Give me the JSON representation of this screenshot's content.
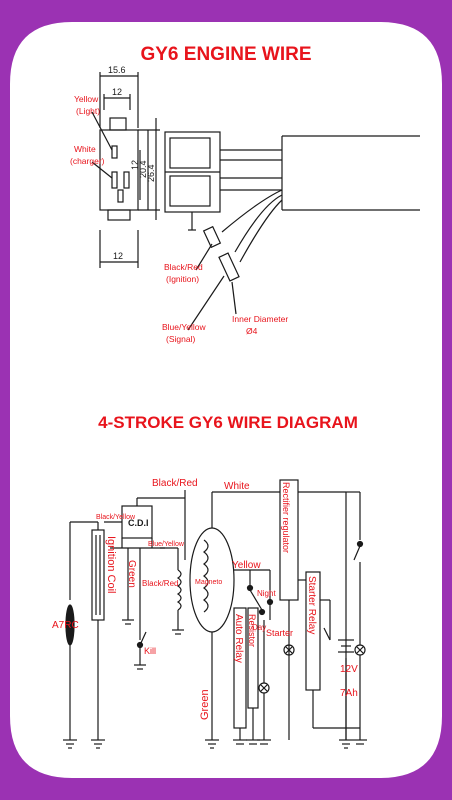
{
  "colors": {
    "frame": "#9b32b3",
    "title": "#e8141c",
    "label": "#e8141c",
    "line": "#1a1a1a",
    "background": "#ffffff"
  },
  "top": {
    "title": "GY6 ENGINE WIRE",
    "dims": {
      "d1": "15.6",
      "d2": "12",
      "d3": "12",
      "d4": "20.4",
      "d5": "26.4",
      "d6": "12"
    },
    "labels": {
      "yellow": "Yellow",
      "light": "(Light)",
      "white": "White",
      "charger": "(charger)",
      "black_red": "Black/Red",
      "ignition": "(Ignition)",
      "blue_yellow": "Blue/Yellow",
      "signal": "(Signal)",
      "inner": "Inner Diameter",
      "inner_val": "Ø4"
    }
  },
  "bottom": {
    "title": "4-STROKE GY6 WIRE DIAGRAM",
    "labels": {
      "black_red_top": "Black/Red",
      "white": "White",
      "black_yellow": "Black/Yellow",
      "cdi": "C.D.I",
      "blue_yellow": "Blue/Yellow",
      "ignition_coil": "Ignition Coil",
      "green_v": "Green",
      "black_red_mid": "Black/Red",
      "a7rc": "A7RC",
      "kill": "Kill",
      "magneto": "Magneto",
      "yellow": "Yellow",
      "rectifier": "Rectifier regulator",
      "night": "Night",
      "day": "Day",
      "starter": "Starter",
      "starter_relay": "Starter Relay",
      "auto_relay": "Auto Relay",
      "resistor": "Resistor",
      "green_bottom": "Green",
      "v12": "12V",
      "ah7": "7Ah"
    }
  }
}
